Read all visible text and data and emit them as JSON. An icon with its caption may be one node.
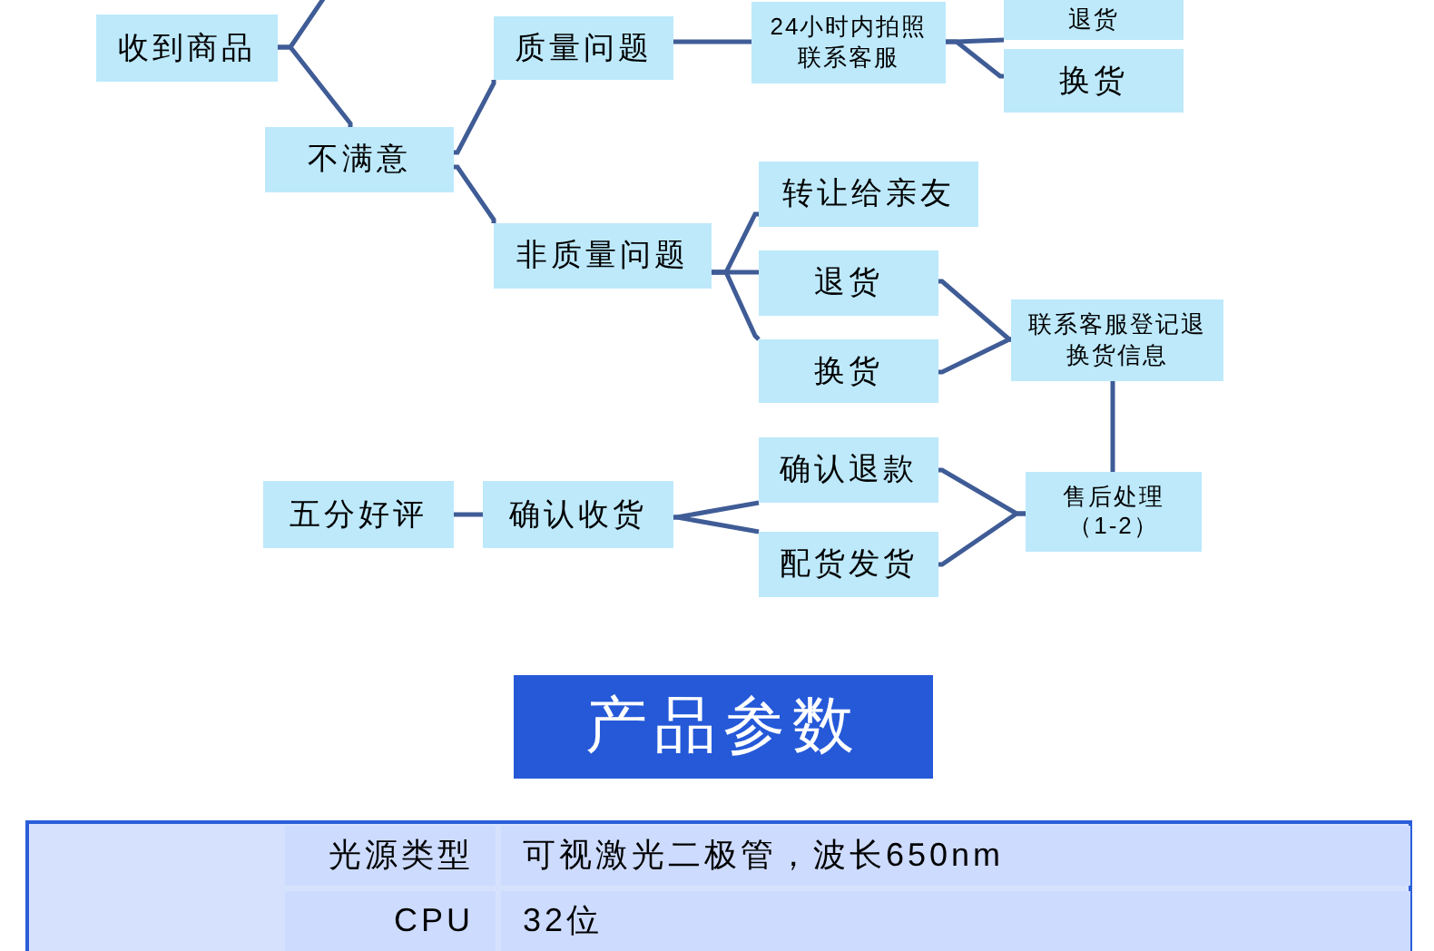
{
  "diagram": {
    "title": "产品参数",
    "nodes": [
      {
        "text": [
          "收到商品"
        ]
      },
      {
        "text": [
          "不满意"
        ]
      },
      {
        "text": [
          "质量问题"
        ]
      },
      {
        "text": [
          "24小时内拍照联系客服"
        ]
      },
      {
        "text": [
          "退货"
        ]
      },
      {
        "text": [
          "换货"
        ]
      },
      {
        "text": [
          "非质量问题"
        ]
      },
      {
        "text": [
          "转让给亲友"
        ]
      },
      {
        "text": [
          "退货"
        ]
      },
      {
        "text": [
          "换货"
        ]
      },
      {
        "text": [
          "联系客服登记退换货信息"
        ]
      },
      {
        "text": [
          "五分好评"
        ]
      },
      {
        "text": [
          "确认收货"
        ]
      },
      {
        "text": [
          "确认退款"
        ]
      },
      {
        "text": [
          "配货发货"
        ]
      },
      {
        "text": [
          "售后处理（1-2）"
        ]
      }
    ],
    "edges": [
      {
        "from": 0,
        "to": 1,
        "arrow": "none"
      },
      {
        "from": 0,
        "to": null,
        "arrow": "none"
      },
      {
        "from": 1,
        "to": 2,
        "arrow": "none"
      },
      {
        "from": 1,
        "to": 6,
        "arrow": "none"
      },
      {
        "from": 2,
        "to": 3,
        "arrow": "none"
      },
      {
        "from": 3,
        "to": 4,
        "arrow": "none"
      },
      {
        "from": 3,
        "to": 5,
        "arrow": "none"
      },
      {
        "from": 6,
        "to": 7,
        "arrow": "none"
      },
      {
        "from": 6,
        "to": 8,
        "arrow": "none"
      },
      {
        "from": 6,
        "to": 9,
        "arrow": "none"
      },
      {
        "from": 8,
        "to": 10,
        "arrow": "none"
      },
      {
        "from": 9,
        "to": 10,
        "arrow": "none"
      },
      {
        "from": 10,
        "to": 15,
        "arrow": "none"
      },
      {
        "from": 12,
        "to": 13,
        "arrow": "none"
      },
      {
        "from": 12,
        "to": 14,
        "arrow": "none"
      },
      {
        "from": 13,
        "to": 15,
        "arrow": "none"
      },
      {
        "from": 14,
        "to": 15,
        "arrow": "none"
      },
      {
        "from": 12,
        "to": 11,
        "arrow": "none"
      }
    ],
    "labels": [
      "光源类型",
      "可视激光二极管，波长650nm",
      "CPU",
      "32位"
    ]
  }
}
